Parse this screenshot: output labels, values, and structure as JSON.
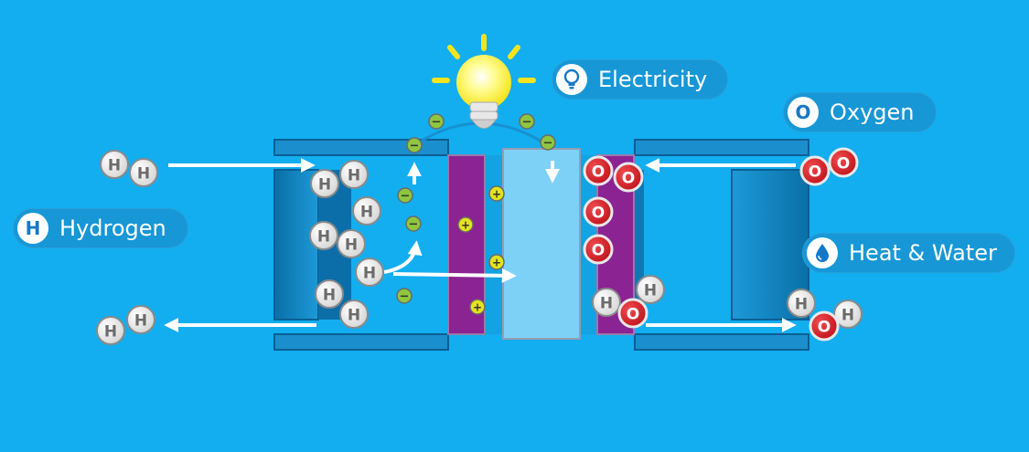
{
  "labels": {
    "electricity": "Electricity",
    "oxygen": "Oxygen",
    "hydrogen": "Hydrogen",
    "heat_water": "Heat & Water"
  },
  "symbols": {
    "hydrogen": "H",
    "oxygen": "O",
    "electron": "−",
    "proton": "+"
  },
  "icons": {
    "electricity": "lightbulb-icon",
    "oxygen": "oxygen-atom-icon",
    "hydrogen": "hydrogen-atom-icon",
    "heat_water": "water-drop-icon"
  },
  "colors": {
    "background": "#12aef0",
    "pill": "#1797d6",
    "membrane": "#8b2392",
    "electrolyte": "#7dd1f7",
    "electron": "#8fc63f",
    "proton": "#e6e21c",
    "oxygen": "#d8232a",
    "bulb": "#fff23a"
  }
}
